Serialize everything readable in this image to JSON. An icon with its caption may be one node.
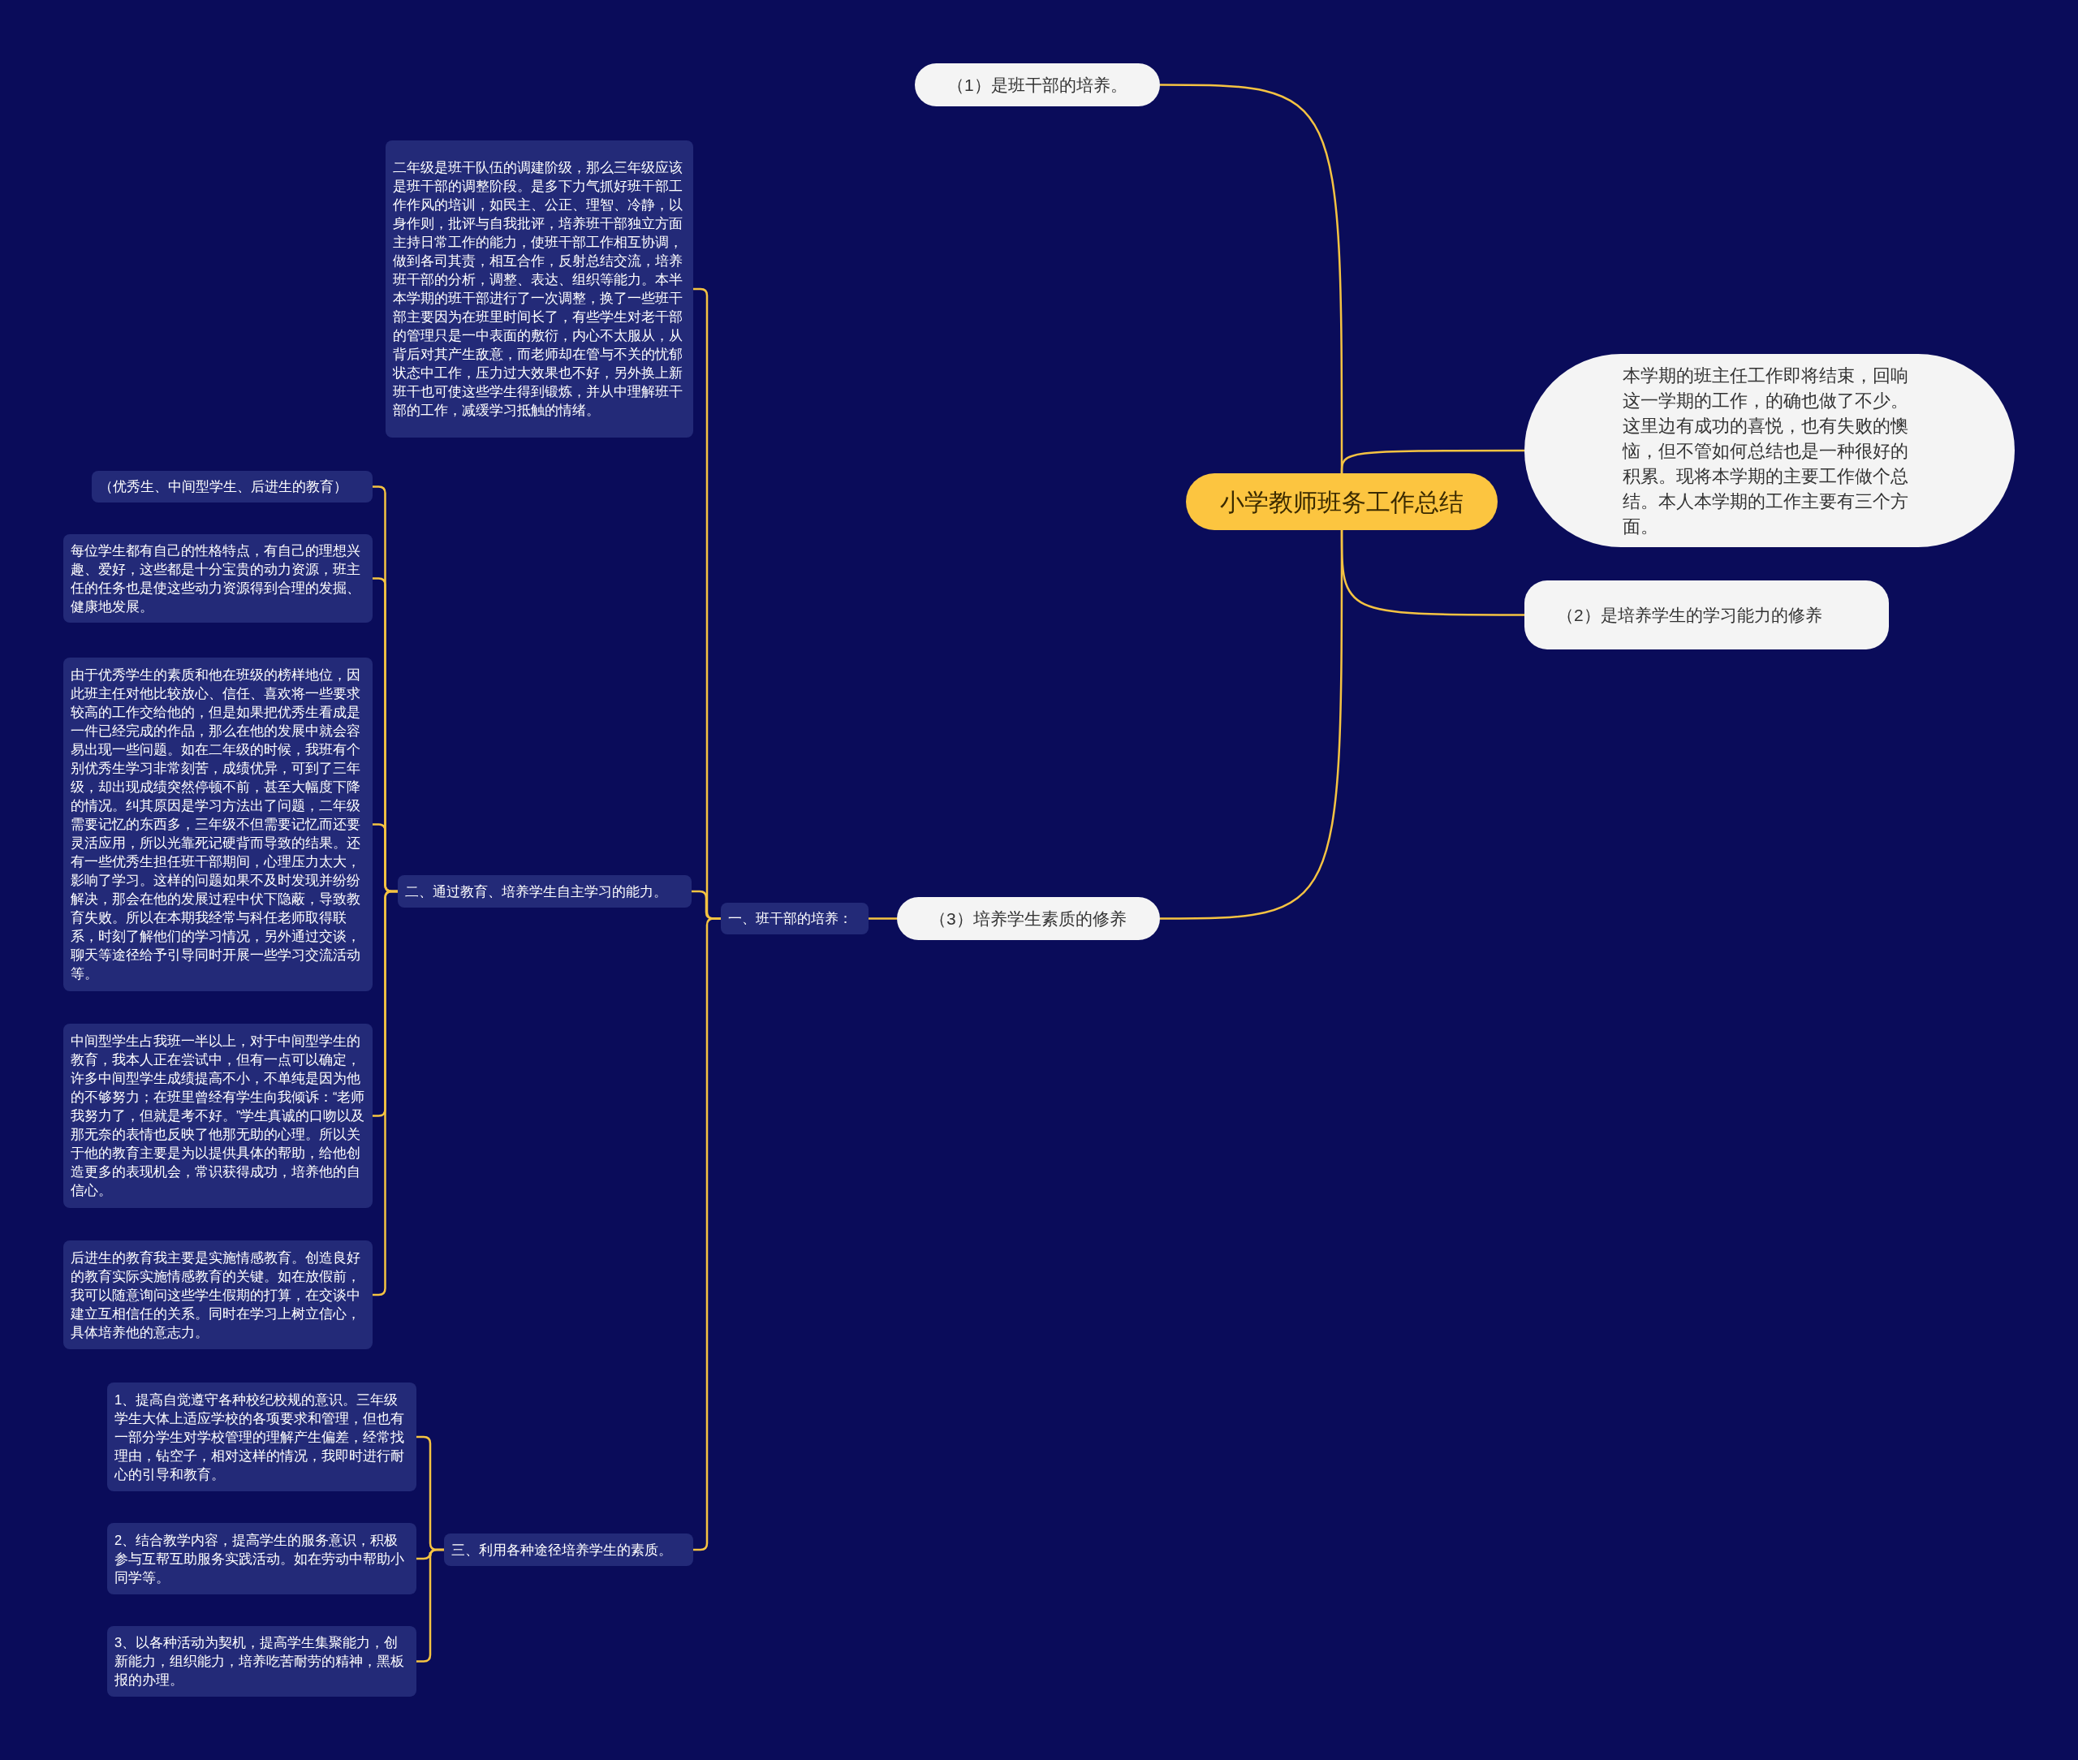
{
  "diagram": {
    "nodes": [
      {
        "text": [
          "小学教师班务工作总结"
        ]
      },
      {
        "text": [
          "（1）是班干部的培养。"
        ]
      },
      {
        "text": [
          "本学期的班主任工作即将结束，回响这一学期的工作，的确也做了不少。这里边有成功的喜悦，也有失败的懊恼，但不管如何总结也是一种很好的积累。现将本学期的主要工作做个总结。本人本学期的工作主要有三个方面。"
        ]
      },
      {
        "text": [
          "（2）是培养学生的学习能力的修养"
        ]
      },
      {
        "text": [
          "（3）培养学生素质的修养"
        ]
      },
      {
        "text": [
          "一、班干部的培养："
        ]
      },
      {
        "text": [
          "二年级是班干队伍的调建阶级，那么三年级应该是班干部的调整阶段。是多下力气抓好班干部工作作风的培训，如民主、公正、理智、冷静，以身作则，批评与自我批评，培养班干部独立方面主持日常工作的能力，使班干部工作相互协调，做到各司其责，相互合作，反射总结交流，培养班干部的分析，调整、表达、组织等能力。本半本学期的班干部进行了一次调整，换了一些班干部主要因为在班里时间长了，有些学生对老干部的管理只是一中表面的敷衍，内心不太服从，从背后对其产生敌意，而老师却在管与不关的忧郁状态中工作，压力过大效果也不好，另外换上新班干也可使这些学生得到锻炼，并从中理解班干部的工作，减缓学习抵触的情绪。"
        ]
      },
      {
        "text": [
          "二、通过教育、培养学生自主学习的能力。"
        ]
      },
      {
        "text": [
          "（优秀生、中间型学生、后进生的教育）"
        ]
      },
      {
        "text": [
          "每位学生都有自己的性格特点，有自己的理想兴趣、爱好，这些都是十分宝贵的动力资源，班主任的任务也是使这些动力资源得到合理的发掘、健康地发展。"
        ]
      },
      {
        "text": [
          "由于优秀学生的素质和他在班级的榜样地位，因此班主任对他比较放心、信任、喜欢将一些要求较高的工作交给他的，但是如果把优秀生看成是一件已经完成的作品，那么在他的发展中就会容易出现一些问题。如在二年级的时候，我班有个别优秀生学习非常刻苦，成绩优异，可到了三年级，却出现成绩突然停顿不前，甚至大幅度下降的情况。纠其原因是学习方法出了问题，二年级需要记忆的东西多，三年级不但需要记忆而还要灵活应用，所以光靠死记硬背而导致的结果。还有一些优秀生担任班干部期间，心理压力太大，影响了学习。这样的问题如果不及时发现并纷纷解决，那会在他的发展过程中伏下隐蔽，导致教育失败。所以在本期我经常与科任老师取得联系，时刻了解他们的学习情况，另外通过交谈，聊天等途径给予引导同时开展一些学习交流活动等。"
        ]
      },
      {
        "text": [
          "中间型学生占我班一半以上，对于中间型学生的教育，我本人正在尝试中，但有一点可以确定，许多中间型学生成绩提高不小，不单纯是因为他的不够努力；在班里曾经有学生向我倾诉：“老师我努力了，但就是考不好。”学生真诚的口吻以及那无奈的表情也反映了他那无助的心理。所以关于他的教育主要是为以提供具体的帮助，给他创造更多的表现机会，常识获得成功，培养他的自信心。"
        ]
      },
      {
        "text": [
          "后进生的教育我主要是实施情感教育。创造良好的教育实际实施情感教育的关键。如在放假前，我可以随意询问这些学生假期的打算，在交谈中建立互相信任的关系。同时在学习上树立信心，具体培养他的意志力。"
        ]
      },
      {
        "text": [
          "三、利用各种途径培养学生的素质。"
        ]
      },
      {
        "text": [
          "1、提高自觉遵守各种校纪校规的意识。三年级学生大体上适应学校的各项要求和管理，但也有一部分学生对学校管理的理解产生偏差，经常找理由，钻空子，相对这样的情况，我即时进行耐心的引导和教育。"
        ]
      },
      {
        "text": [
          "2、结合教学内容，提高学生的服务意识，积极参与互帮互助服务实践活动。如在劳动中帮助小同学等。"
        ]
      },
      {
        "text": [
          "3、以各种活动为契机，提高学生集聚能力，创新能力，组织能力，培养吃苦耐劳的精神，黑板报的办理。"
        ]
      }
    ],
    "edges": [
      {
        "from": 0,
        "to": 1,
        "arrow": "none"
      },
      {
        "from": 0,
        "to": 2,
        "arrow": "none"
      },
      {
        "from": 0,
        "to": 3,
        "arrow": "none"
      },
      {
        "from": 0,
        "to": 4,
        "arrow": "none"
      },
      {
        "from": 4,
        "to": 5,
        "arrow": "none"
      },
      {
        "from": 5,
        "to": 6,
        "arrow": "none"
      },
      {
        "from": 5,
        "to": 7,
        "arrow": "none"
      },
      {
        "from": 5,
        "to": 13,
        "arrow": "none"
      },
      {
        "from": 7,
        "to": 8,
        "arrow": "none"
      },
      {
        "from": 7,
        "to": 9,
        "arrow": "none"
      },
      {
        "from": 7,
        "to": 10,
        "arrow": "none"
      },
      {
        "from": 7,
        "to": 11,
        "arrow": "none"
      },
      {
        "from": 7,
        "to": 12,
        "arrow": "none"
      },
      {
        "from": 13,
        "to": 14,
        "arrow": "none"
      },
      {
        "from": 13,
        "to": 15,
        "arrow": "none"
      },
      {
        "from": 13,
        "to": 16,
        "arrow": "none"
      }
    ]
  }
}
